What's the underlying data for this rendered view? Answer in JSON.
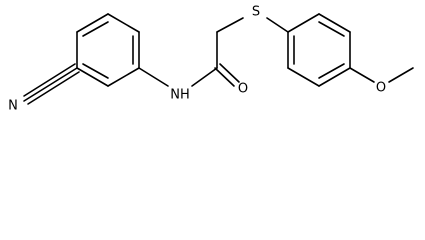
{
  "molecule": {
    "atoms": {
      "nitrile_n": "N",
      "amide_nh": "NH",
      "carbonyl_o": "O",
      "thioether_s": "S",
      "ether_o": "O"
    }
  }
}
